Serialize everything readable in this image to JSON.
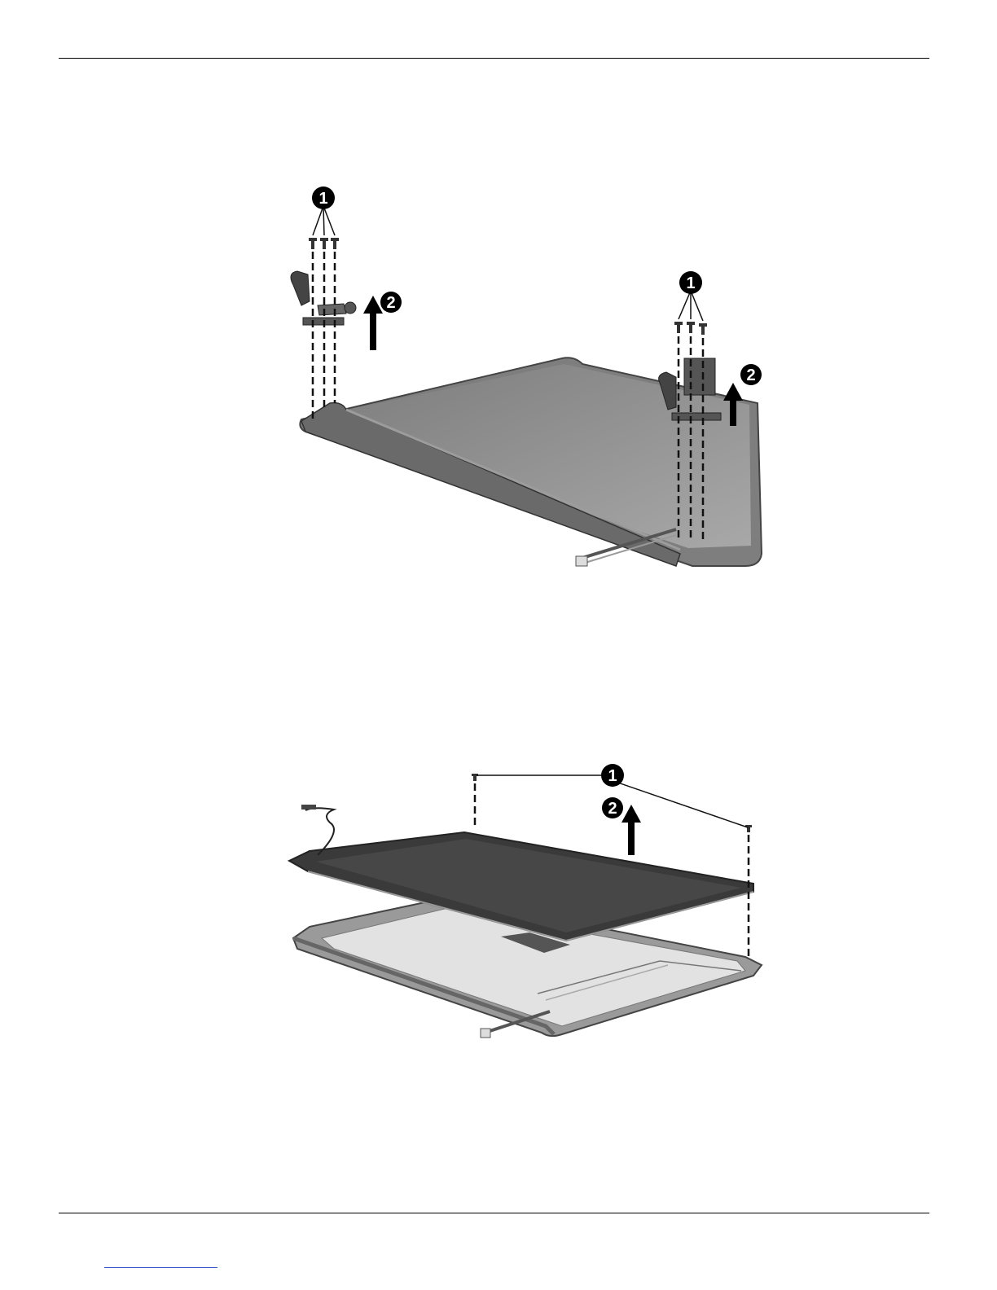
{
  "figure1": {
    "callouts": [
      "1",
      "2",
      "1",
      "2"
    ]
  },
  "figure2": {
    "callouts": [
      "1",
      "2"
    ]
  },
  "colors": {
    "rule": "#000000",
    "panel_dark": "#3d3d3d",
    "panel_mid": "#8a8a8a",
    "enclosure": "#9a9a9a",
    "link": "#3355cc"
  }
}
